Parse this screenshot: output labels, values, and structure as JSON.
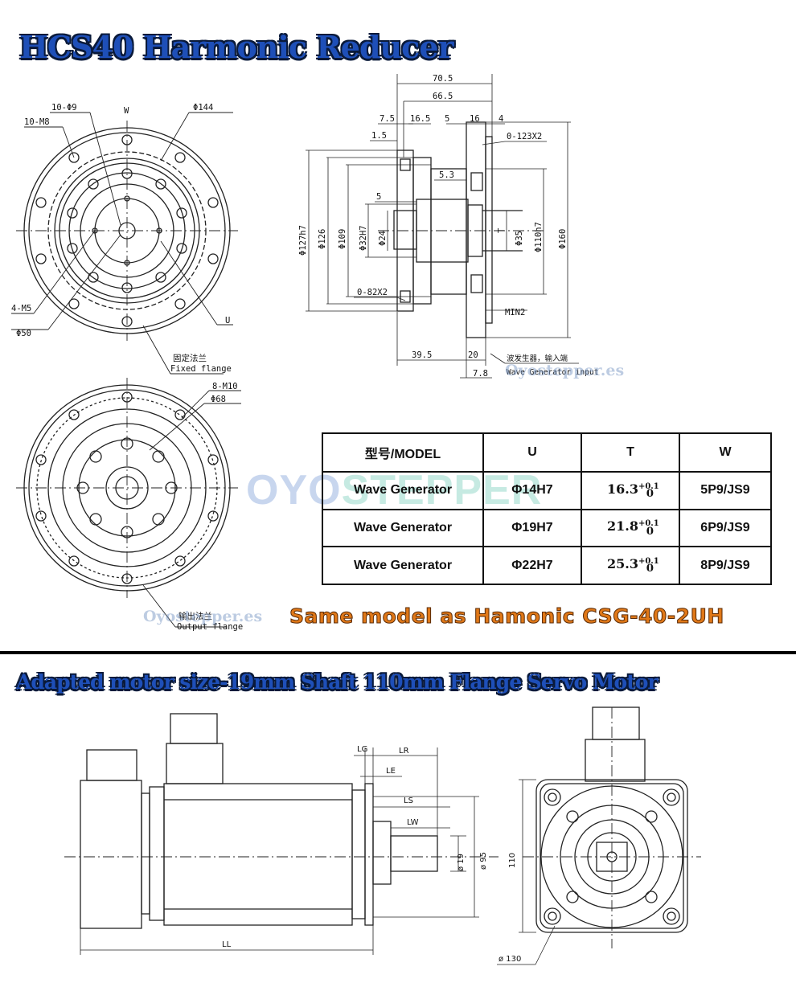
{
  "titles": {
    "reducer": "HCS40 Harmonic Reducer",
    "motor": "Adapted motor size-19mm Shaft 110mm Flange Servo Motor"
  },
  "watermarks": {
    "site": "Oyostepper.es",
    "brand_left": "OYO",
    "brand_right": "STEPPER"
  },
  "note": "Same model as Hamonic CSG-40-2UH",
  "reducer_front": {
    "labels": [
      "10-Φ9",
      "W",
      "Φ144",
      "10-M8",
      "4-M5",
      "Φ50",
      "U",
      "固定法兰",
      "Fixed flange"
    ]
  },
  "reducer_side": {
    "labels": [
      "70.5",
      "66.5",
      "7.5",
      "16.5",
      "5",
      "16",
      "4",
      "1.5",
      "0-123X2",
      "5.3",
      "5",
      "Φ127h7",
      "Φ126",
      "Φ109",
      "Φ32H7",
      "Φ24",
      "Φ35",
      "T",
      "Φ110h7",
      "Φ160",
      "0-82X2",
      "MIN2",
      "39.5",
      "20",
      "7.8",
      "波发生器，输入端",
      "Wave Generator input"
    ]
  },
  "reducer_back": {
    "labels": [
      "8-M10",
      "Φ68",
      "输出法兰",
      "Output flange"
    ]
  },
  "table": {
    "headers": [
      "型号/MODEL",
      "U",
      "T",
      "W"
    ],
    "rows": [
      {
        "model": "Wave Generator",
        "u": "Φ14H7",
        "t": "16.3",
        "tol_up": "+0.1",
        "tol_low": "0",
        "w": "5P9/JS9"
      },
      {
        "model": "Wave Generator",
        "u": "Φ19H7",
        "t": "21.8",
        "tol_up": "+0.1",
        "tol_low": "0",
        "w": "6P9/JS9"
      },
      {
        "model": "Wave Generator",
        "u": "Φ22H7",
        "t": "25.3",
        "tol_up": "+0.1",
        "tol_low": "0",
        "w": "8P9/JS9"
      }
    ]
  },
  "motor_side": {
    "labels": [
      "LG",
      "LR",
      "LE",
      "LS",
      "LW",
      "ø 19",
      "ø 95",
      "110",
      "LL"
    ]
  },
  "motor_front": {
    "labels": [
      "ø 130"
    ]
  }
}
